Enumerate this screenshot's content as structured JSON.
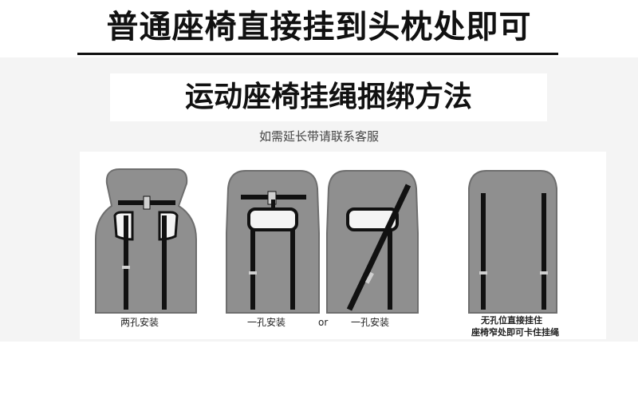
{
  "header": {
    "title": "普通座椅直接挂到头枕处即可"
  },
  "section": {
    "title": "运动座椅挂绳捆绑方法",
    "hint": "如需延长带请联系客服"
  },
  "figures": {
    "labels": {
      "two_hole": "两孔安装",
      "one_hole_a": "一孔安装",
      "or": "or",
      "one_hole_b": "一孔安装",
      "no_hole_line1": "无孔位直接挂住",
      "no_hole_line2": "座椅窄处即可卡住挂绳"
    }
  },
  "colors": {
    "seat_fill": "#8f8f8f",
    "seat_stroke": "#6e6e6e",
    "strap": "#111111",
    "hole_fill": "#f4f4f4"
  }
}
